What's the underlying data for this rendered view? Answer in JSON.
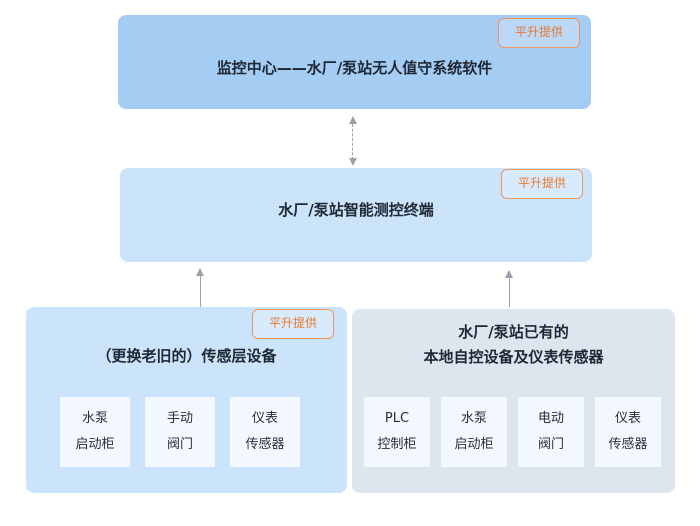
{
  "top": {
    "title": "监控中心——水厂/泵站无人值守系统软件",
    "badge": "平升提供"
  },
  "middle": {
    "title": "水厂/泵站智能测控终端",
    "badge": "平升提供"
  },
  "left": {
    "title": "（更换老旧的）传感层设备",
    "badge": "平升提供",
    "items": [
      {
        "line1": "水泵",
        "line2": "启动柜"
      },
      {
        "line1": "手动",
        "line2": "阀门"
      },
      {
        "line1": "仪表",
        "line2": "传感器"
      }
    ]
  },
  "right": {
    "title_line1": "水厂/泵站已有的",
    "title_line2": "本地自控设备及仪表传感器",
    "items": [
      {
        "line1": "PLC",
        "line2": "控制柜"
      },
      {
        "line1": "水泵",
        "line2": "启动柜"
      },
      {
        "line1": "电动",
        "line2": "阀门"
      },
      {
        "line1": "仪表",
        "line2": "传感器"
      }
    ]
  },
  "colors": {
    "top_fill": "#a5cdf4",
    "middle_fill": "#cbe4fb",
    "left_fill": "#cbe4fb",
    "right_fill": "#dde5ef",
    "badge_border": "#f0955a",
    "arrow": "#9aa1a9"
  }
}
